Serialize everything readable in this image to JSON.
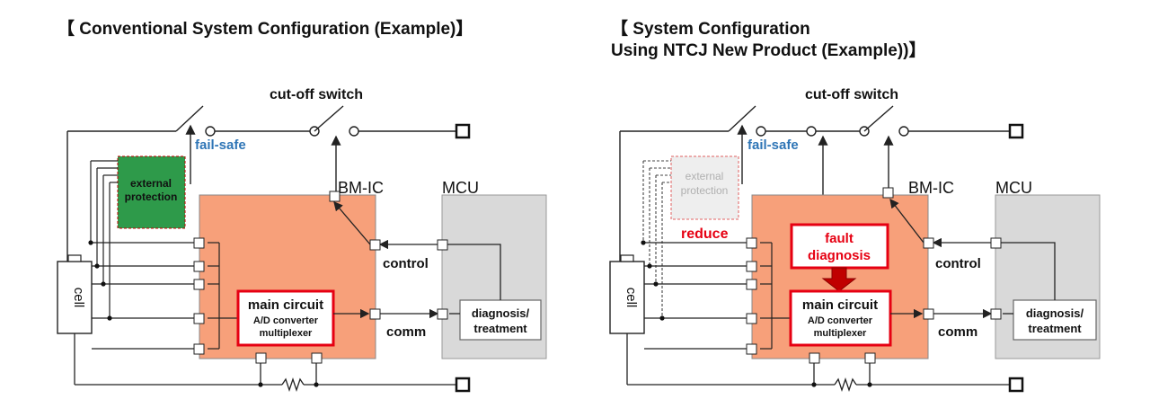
{
  "left": {
    "title": "【 Conventional System Configuration (Example)】",
    "cut_off_switch": "cut-off switch",
    "fail_safe": "fail-safe",
    "external_protection": [
      "external",
      "protection"
    ],
    "bm_ic": "BM-IC",
    "mcu": "MCU",
    "control": "control",
    "comm": "comm",
    "cell": "cell",
    "main_circuit": "main circuit",
    "main_circuit_sub": [
      "A/D converter",
      "multiplexer"
    ],
    "diagnosis": [
      "diagnosis/",
      "treatment"
    ]
  },
  "right": {
    "title_line1": "【 System Configuration",
    "title_line2": "Using NTCJ New Product (Example))】",
    "cut_off_switch": "cut-off switch",
    "fail_safe": "fail-safe",
    "external_protection": [
      "external",
      "protection"
    ],
    "reduce": "reduce",
    "fault_diagnosis": [
      "fault",
      "diagnosis"
    ],
    "bm_ic": "BM-IC",
    "mcu": "MCU",
    "control": "control",
    "comm": "comm",
    "cell": "cell",
    "main_circuit": "main circuit",
    "main_circuit_sub": [
      "A/D converter",
      "multiplexer"
    ],
    "diagnosis": [
      "diagnosis/",
      "treatment"
    ]
  },
  "colors": {
    "bmic_fill": "#f7a07a",
    "mcu_fill": "#d9d9d9",
    "protection_green": "#2e9a4a",
    "protection_faded": "#eeeeee",
    "highlight_red": "#e60012",
    "arrow_red": "#c00000",
    "fail_safe_blue": "#2e75b6"
  }
}
